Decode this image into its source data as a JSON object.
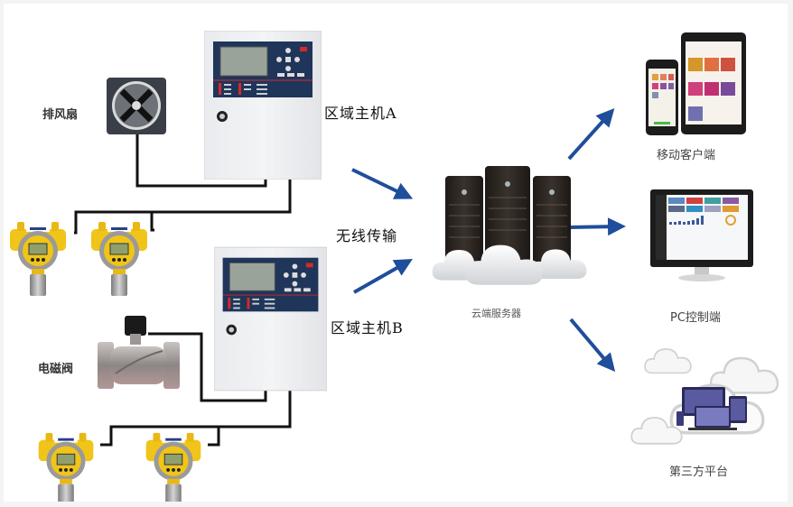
{
  "diagram": {
    "left_devices": {
      "fan_label": "排风扇",
      "valve_label": "电磁阀",
      "host_a_label": "区域主机A",
      "host_b_label": "区域主机B"
    },
    "transmission_label": "无线传输",
    "cloud_server_label": "云端服务器",
    "clients": [
      {
        "label": "移动客户端"
      },
      {
        "label": "PC控制端"
      },
      {
        "label": "第三方平台"
      }
    ],
    "colors": {
      "arrow": "#1f4e9a",
      "wire": "#111111",
      "sensor_yellow": "#f0c419",
      "panel_navy": "#1f3559",
      "panel_red": "#d42a2a"
    }
  }
}
